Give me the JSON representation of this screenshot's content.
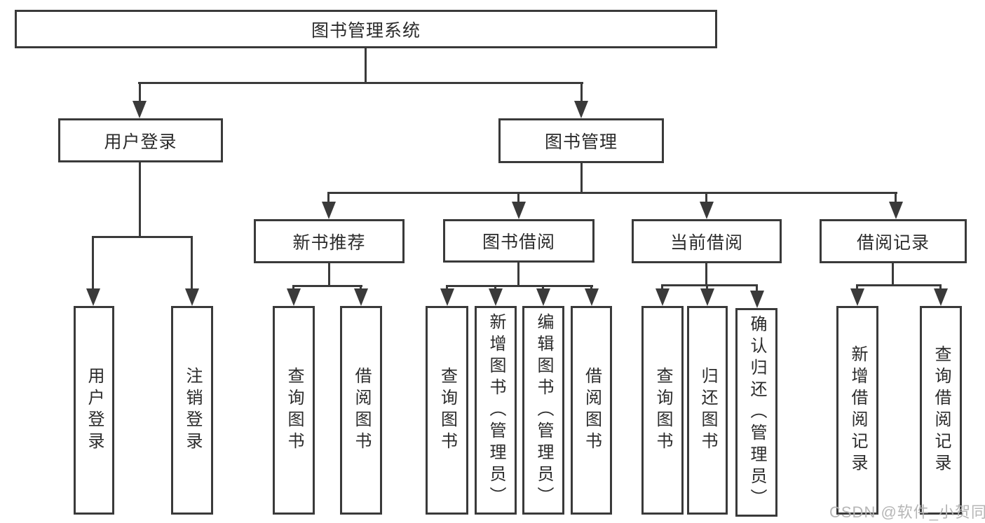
{
  "diagram": {
    "title": "图书管理系统",
    "level2": [
      {
        "label": "用户登录"
      },
      {
        "label": "图书管理"
      }
    ],
    "level3": [
      {
        "label": "新书推荐",
        "parent": "图书管理"
      },
      {
        "label": "图书借阅",
        "parent": "图书管理"
      },
      {
        "label": "当前借阅",
        "parent": "图书管理"
      },
      {
        "label": "借阅记录",
        "parent": "图书管理"
      }
    ],
    "leaves": [
      {
        "label": "用户登录",
        "parent": "用户登录"
      },
      {
        "label": "注销登录",
        "parent": "用户登录"
      },
      {
        "label": "查询图书",
        "parent": "新书推荐"
      },
      {
        "label": "借阅图书",
        "parent": "新书推荐"
      },
      {
        "label": "查询图书",
        "parent": "图书借阅"
      },
      {
        "label": "新增图书（管理员）",
        "parent": "图书借阅"
      },
      {
        "label": "编辑图书（管理员）",
        "parent": "图书借阅"
      },
      {
        "label": "借阅图书",
        "parent": "图书借阅"
      },
      {
        "label": "查询图书",
        "parent": "当前借阅"
      },
      {
        "label": "归还图书",
        "parent": "当前借阅"
      },
      {
        "label": "确认归还（管理员）",
        "parent": "当前借阅"
      },
      {
        "label": "新增借阅记录",
        "parent": "借阅记录"
      },
      {
        "label": "查询借阅记录",
        "parent": "借阅记录"
      }
    ],
    "watermark": "CSDN @软件_小贺同学",
    "colors": {
      "line": "#3a3a3a",
      "text": "#2b2b2b",
      "watermark": "#b2b2b2",
      "background": "#ffffff"
    }
  }
}
